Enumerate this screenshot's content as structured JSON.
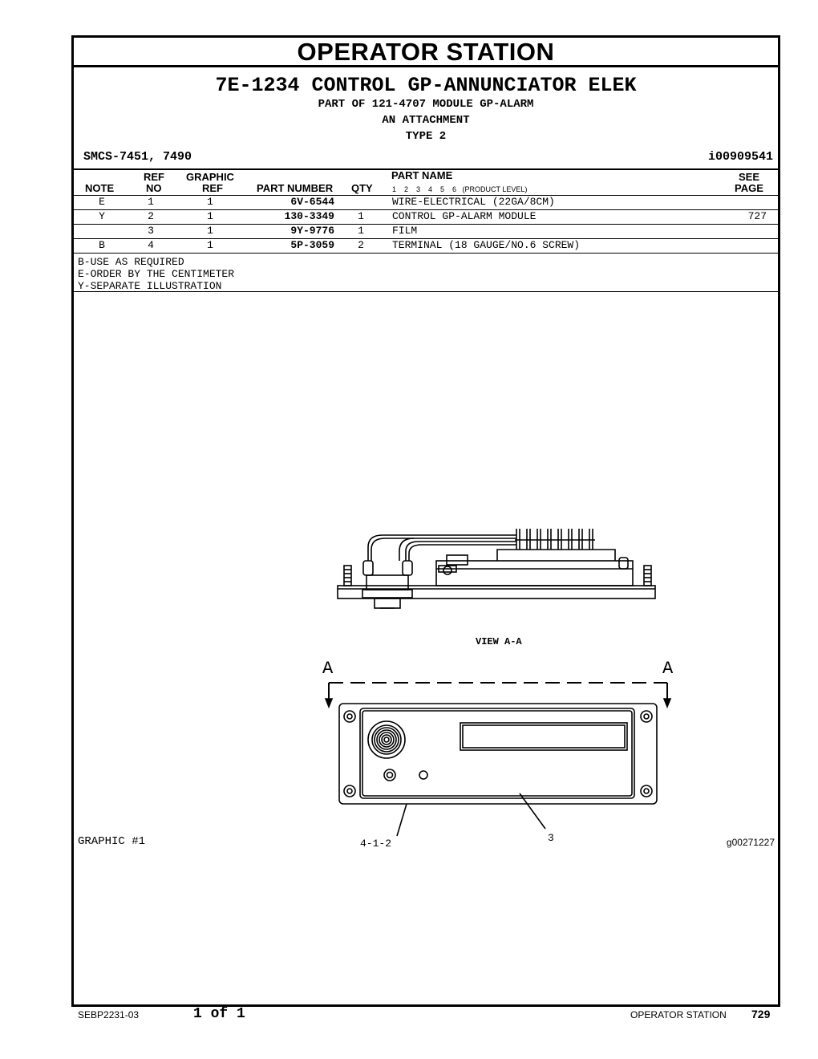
{
  "header": {
    "title": "OPERATOR STATION",
    "group_number": "7E-1234",
    "group_name": "CONTROL GP-ANNUNCIATOR ELEK",
    "part_of": "PART OF 121-4707 MODULE GP-ALARM",
    "attachment": "AN ATTACHMENT",
    "type": "TYPE 2",
    "smcs": "SMCS-7451, 7490",
    "illustration_id": "i00909541"
  },
  "table": {
    "headers": {
      "note": "NOTE",
      "ref_top": "REF",
      "ref_bottom": "NO",
      "graphic_top": "GRAPHIC",
      "graphic_bottom": "REF",
      "part_number": "PART NUMBER",
      "qty": "QTY",
      "part_name": "PART NAME",
      "product_levels": "1    2    3    4    5    6   (PRODUCT LEVEL)",
      "see_top": "SEE",
      "see_bottom": "PAGE"
    },
    "rows": [
      {
        "note": "E",
        "ref": "1",
        "graphic_ref": "1",
        "part_number": "6V-6544",
        "qty": "",
        "name": "WIRE-ELECTRICAL (22GA/8CM)",
        "page": ""
      },
      {
        "note": "Y",
        "ref": "2",
        "graphic_ref": "1",
        "part_number": "130-3349",
        "qty": "1",
        "name": "CONTROL GP-ALARM MODULE",
        "page": "727"
      },
      {
        "note": "",
        "ref": "3",
        "graphic_ref": "1",
        "part_number": "9Y-9776",
        "qty": "1",
        "name": "FILM",
        "page": ""
      },
      {
        "note": "B",
        "ref": "4",
        "graphic_ref": "1",
        "part_number": "5P-3059",
        "qty": "2",
        "name": "TERMINAL (18 GAUGE/NO.6 SCREW)",
        "page": ""
      }
    ]
  },
  "notes": [
    "B-USE AS REQUIRED",
    "E-ORDER BY THE CENTIMETER",
    "Y-SEPARATE ILLUSTRATION"
  ],
  "graphic": {
    "label": "GRAPHIC #1",
    "id": "g00271227",
    "view_label": "VIEW A-A",
    "section_marker": "A",
    "callout_left": "4-1-2",
    "callout_right": "3"
  },
  "footer": {
    "doc_number": "SEBP2231-03",
    "page_of": "1 of 1",
    "section": "OPERATOR STATION",
    "page_number": "729"
  }
}
